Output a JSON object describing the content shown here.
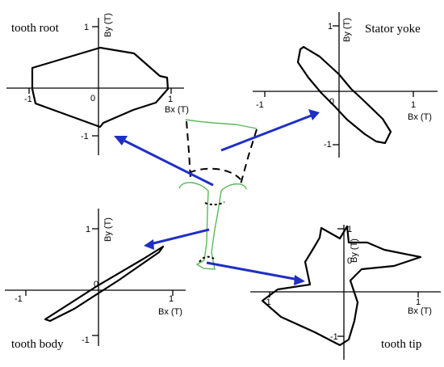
{
  "panels": {
    "root": {
      "title": "tooth root",
      "x_axis_label": "Bx (T)",
      "y_axis_label": "By (T)",
      "tick_neg1": "-1",
      "tick_pos1": "1",
      "tick_zero": "0"
    },
    "yoke": {
      "title": "Stator yoke",
      "x_axis_label": "Bx (T)",
      "y_axis_label": "By (T)",
      "tick_neg1": "-1",
      "tick_pos1": "1",
      "tick_zero": "0"
    },
    "body": {
      "title": "tooth body",
      "x_axis_label": "Bx (T)",
      "y_axis_label": "By (T)",
      "tick_neg1": "-1",
      "tick_pos1": "1",
      "tick_zero": "0"
    },
    "tip": {
      "title": "tooth tip",
      "x_axis_label": "Bx (T)",
      "y_axis_label": "By (T)",
      "tick_neg1": "-1",
      "tick_pos1": "1",
      "tick_zero": "0"
    }
  },
  "colors": {
    "arrow": "#1f2fc4",
    "slot_outline": "#5cb85c",
    "loop": "#000000"
  }
}
